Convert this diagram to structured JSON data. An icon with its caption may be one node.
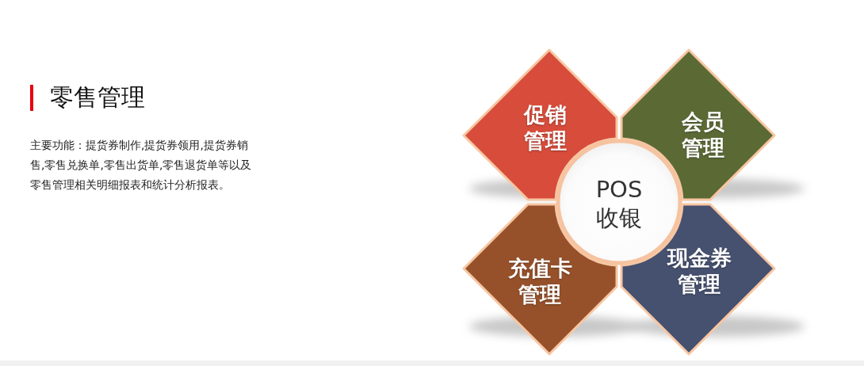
{
  "diagram": {
    "title": "零售管理",
    "nodes": [
      {
        "text": [
          "促销管理"
        ]
      },
      {
        "text": [
          "会员管理"
        ]
      },
      {
        "text": [
          "POS收银"
        ]
      },
      {
        "text": [
          "充值卡管理"
        ]
      },
      {
        "text": [
          "现金券管理"
        ]
      }
    ],
    "labels": [
      "主要功能：提货券制作,提货券领用,提货券销售,零售兑换单,零售出货单,零售退货单等以及零售管理相关明细报表和统计分析报表。"
    ]
  }
}
